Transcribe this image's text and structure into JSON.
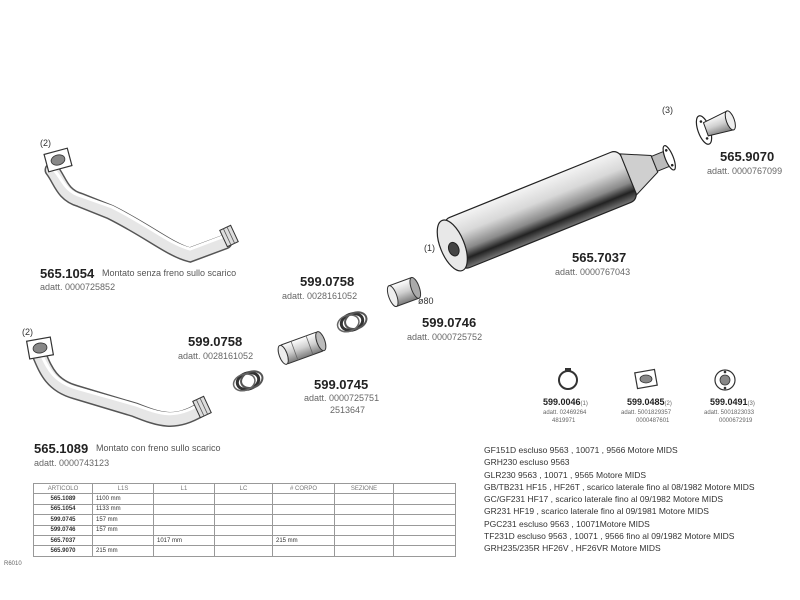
{
  "parts": {
    "p565_1054": {
      "code": "565.1054",
      "desc": "Montato senza freno sullo scarico",
      "adatt": "adatt. 0000725852",
      "ref": "(2)"
    },
    "p565_1089": {
      "code": "565.1089",
      "desc": "Montato con freno sullo scarico",
      "adatt": "adatt. 0000743123",
      "ref": "(2)"
    },
    "p599_0758_a": {
      "code": "599.0758",
      "adatt": "adatt. 0028161052"
    },
    "p599_0758_b": {
      "code": "599.0758",
      "adatt": "adatt. 0028161052"
    },
    "p599_0745": {
      "code": "599.0745",
      "adatt": "adatt. 0000725751",
      "extra": "2513647"
    },
    "p599_0746": {
      "code": "599.0746",
      "adatt": "adatt. 0000725752",
      "diameter": "ø80"
    },
    "p565_7037": {
      "code": "565.7037",
      "adatt": "adatt. 0000767043",
      "ref": "(1)"
    },
    "p565_9070": {
      "code": "565.9070",
      "adatt": "adatt. 0000767099",
      "ref": "(3)"
    },
    "p599_0046": {
      "code": "599.0046",
      "ref": "(1)",
      "adatt": "adatt. 02469264",
      "extra": "4819971"
    },
    "p599_0485": {
      "code": "599.0485",
      "ref": "(2)",
      "adatt": "adatt. 5001829357",
      "extra": "0000487601"
    },
    "p599_0491": {
      "code": "599.0491",
      "ref": "(3)",
      "adatt": "adatt. 5001823033",
      "extra": "0000672919"
    }
  },
  "applications": [
    "GF151D escluso 9563 , 10071 , 9566 Motore MIDS",
    "GRH230 escluso 9563",
    "GLR230 9563 , 10071 , 9565 Motore MIDS",
    "GB/TB231 HF15 , HF26T , scarico laterale fino al 08/1982 Motore MIDS",
    "GC/GF231 HF17 , scarico laterale fino al 09/1982 Motore MIDS",
    "GR231 HF19 , scarico laterale fino al 09/1981 Motore MIDS",
    "PGC231 escluso 9563 , 10071Motore MIDS",
    "TF231D escluso 9563 , 10071 , 9566 fino al 09/1982 Motore MIDS",
    "GRH235/235R HF26V , HF26VR Motore MIDS"
  ],
  "table": {
    "side_label": "R6010",
    "headers": [
      "ARTICOLO",
      "L1S",
      "L1",
      "LC",
      "# CORPO",
      "SEZIONE"
    ],
    "rows": [
      [
        "565.1089",
        "1100 mm",
        "",
        "",
        "",
        ""
      ],
      [
        "565.1054",
        "1133 mm",
        "",
        "",
        "",
        ""
      ],
      [
        "599.0745",
        "157 mm",
        "",
        "",
        "",
        ""
      ],
      [
        "599.0746",
        "157 mm",
        "",
        "",
        "",
        ""
      ],
      [
        "565.7037",
        "",
        "1017 mm",
        "",
        "215 mm",
        ""
      ],
      [
        "565.9070",
        "215 mm",
        "",
        "",
        "",
        ""
      ]
    ]
  }
}
